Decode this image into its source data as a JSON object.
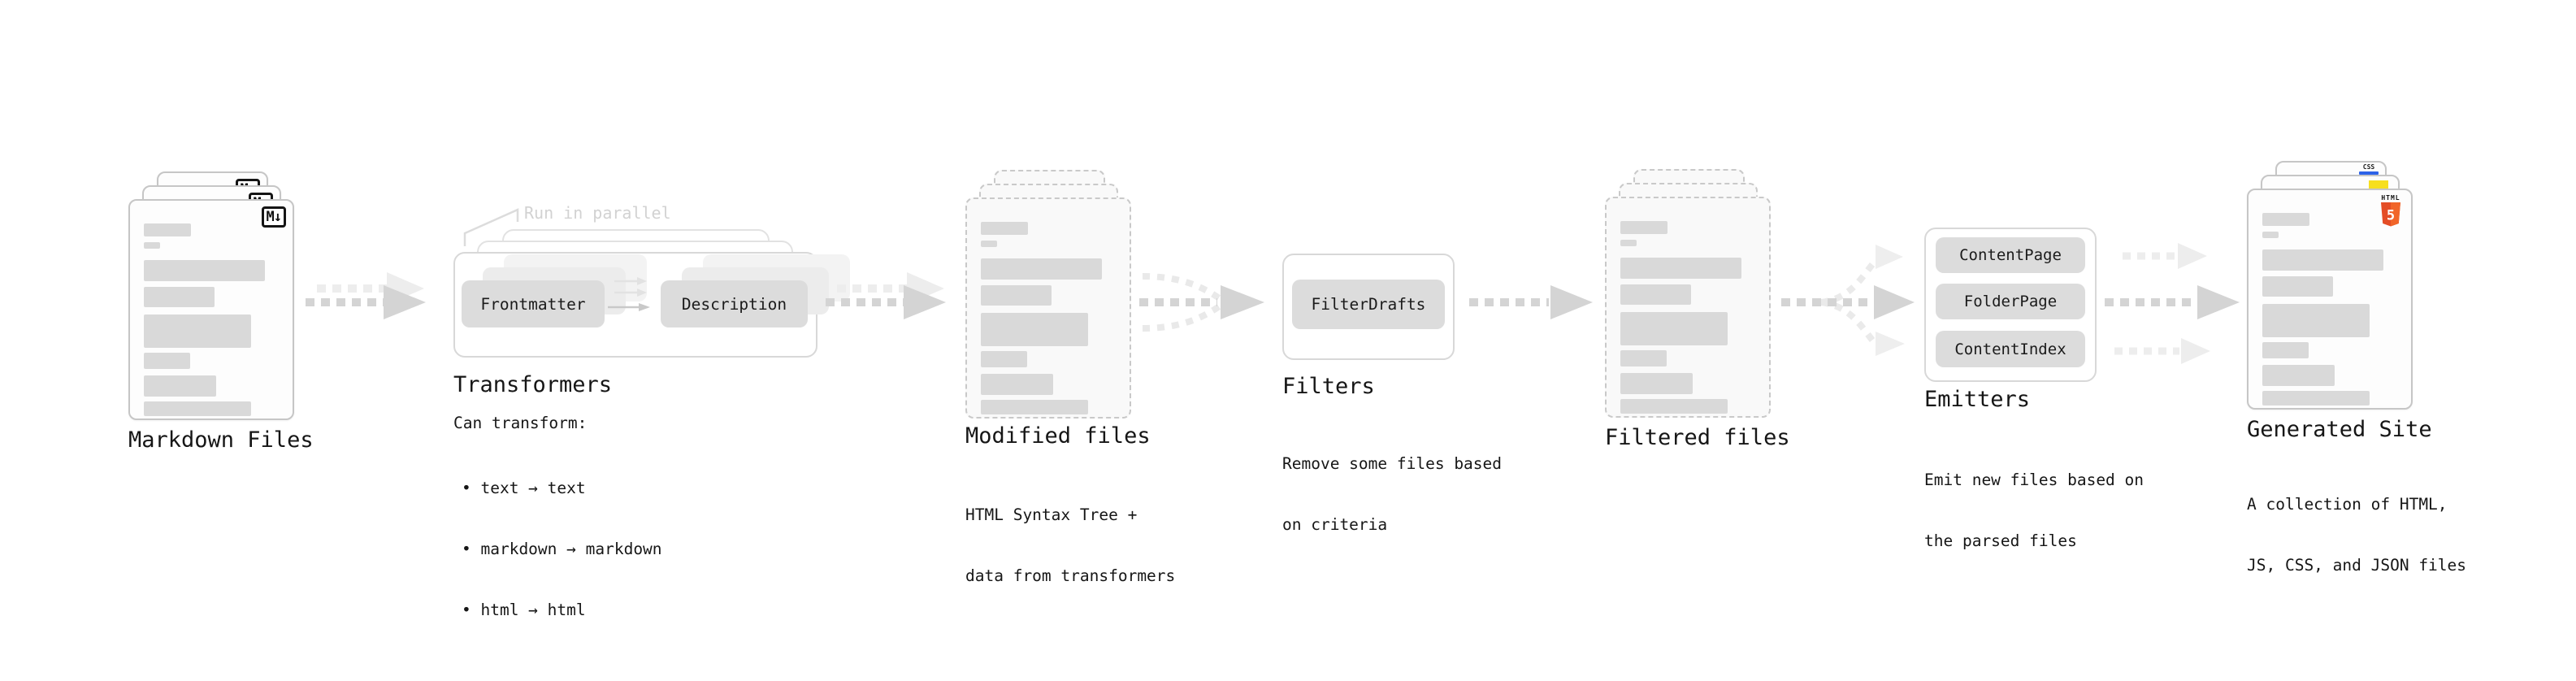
{
  "stages": {
    "markdown": {
      "label": "Markdown Files",
      "badge": "M↓"
    },
    "transformers": {
      "note": "Run in parallel",
      "pill_left": "Frontmatter",
      "pill_right": "Description",
      "title": "Transformers",
      "desc_heading": "Can transform:",
      "bullets": [
        "• text → text",
        "• markdown → markdown",
        "• html → html"
      ]
    },
    "modified": {
      "label": "Modified files",
      "subtitle_line1": "HTML Syntax Tree +",
      "subtitle_line2": "data from transformers"
    },
    "filters": {
      "pill": "FilterDrafts",
      "label": "Filters",
      "subtitle_line1": "Remove some files based",
      "subtitle_line2": "on criteria"
    },
    "filtered": {
      "label": "Filtered files"
    },
    "emitters": {
      "pills": [
        "ContentPage",
        "FolderPage",
        "ContentIndex"
      ],
      "label": "Emitters",
      "subtitle_line1": "Emit new files based on",
      "subtitle_line2": "the parsed files"
    },
    "generated": {
      "label": "Generated Site",
      "subtitle_line1": "A collection of HTML,",
      "subtitle_line2": "JS, CSS, and JSON files",
      "badge_html_label": "HTML",
      "badge_html_number": "5",
      "badge_css": "CSS"
    }
  },
  "colors": {
    "arrow_dark": "#d4d4d4",
    "arrow_light": "#ededed",
    "curve_light": "#e9e9e9",
    "skeleton_bar": "#d9d9d9",
    "pill_bg": "#dcdcdc",
    "html5_orange": "#e44d26",
    "html5_orange_light": "#f16529",
    "js_yellow": "#f7df1e",
    "css_blue": "#2d63e8"
  }
}
